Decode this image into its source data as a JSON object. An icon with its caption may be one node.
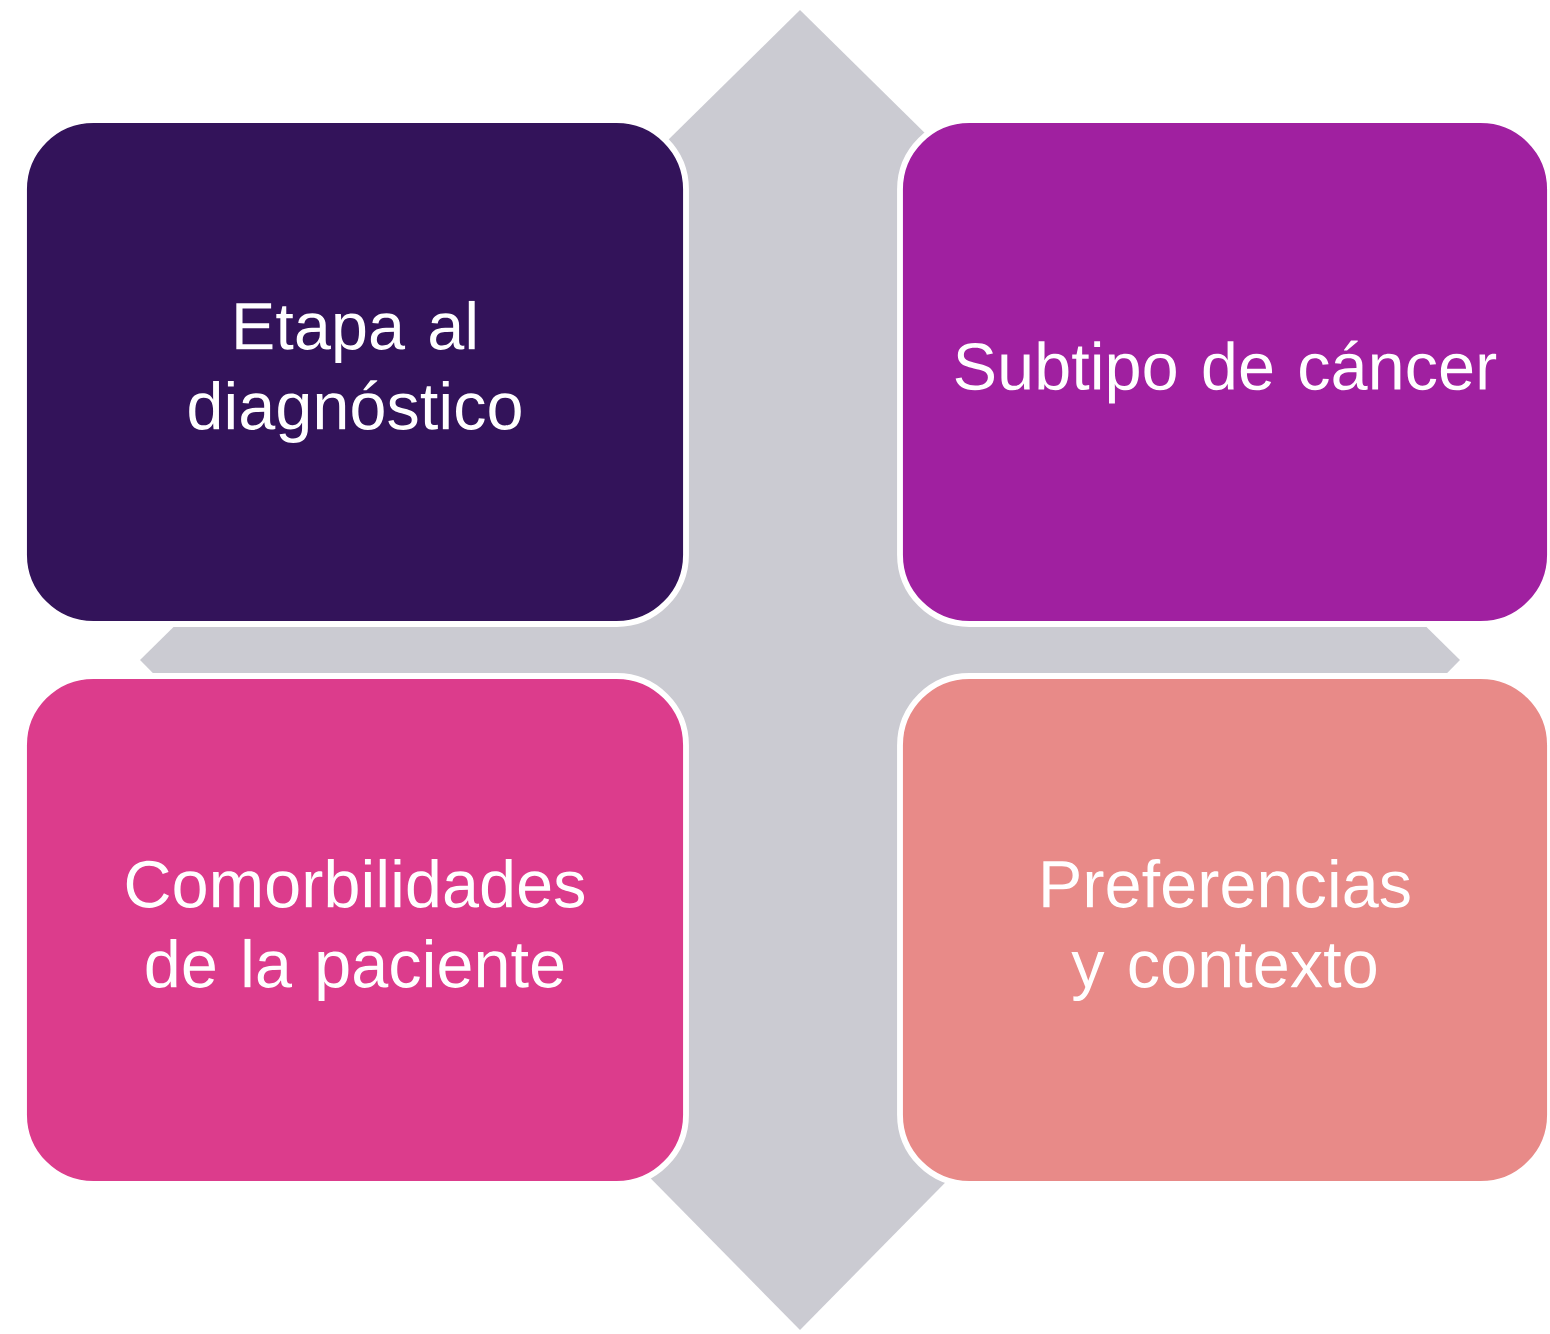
{
  "diagram": {
    "nodes": [
      {
        "text": [
          "Etapa al diagnóstico"
        ]
      },
      {
        "text": [
          "Subtipo de cáncer"
        ]
      },
      {
        "text": [
          "Comorbilidades de la paciente"
        ]
      },
      {
        "text": [
          "Preferencias y contexto"
        ]
      }
    ]
  }
}
